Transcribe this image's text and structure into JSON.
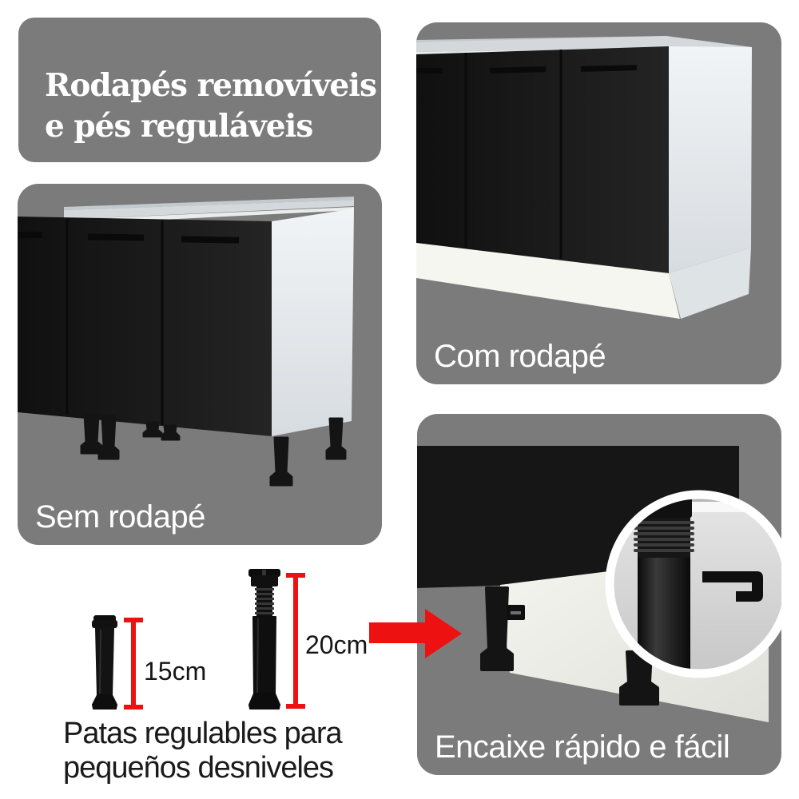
{
  "title": {
    "line1": "Rodapés removíveis",
    "line2": "e pés reguláveis"
  },
  "panels": {
    "with_plinth": {
      "label": "Com rodapé"
    },
    "without_plinth": {
      "label": "Sem rodapé"
    },
    "snap_fit": {
      "label": "Encaixe rápido e fácil"
    }
  },
  "legs_info": {
    "short_leg_height": "15cm",
    "tall_leg_height": "20cm",
    "caption_line1": "Patas regulables para",
    "caption_line2": "pequeños desniveles"
  },
  "icons": {
    "red_arrow": "red-arrow-icon",
    "magnifier": "magnifier-circle-icon",
    "measure_bracket": "measurement-line-icon"
  },
  "colors": {
    "panel_gray": "#7b7b7b",
    "accent_red": "#ee1111",
    "cabinet_black": "#181818",
    "countertop_gray": "#d4d8da",
    "side_panel_white": "#e9edf0",
    "plinth_white": "#f6f6f1",
    "text_white": "#ffffff",
    "text_black": "#1a1a1a"
  }
}
